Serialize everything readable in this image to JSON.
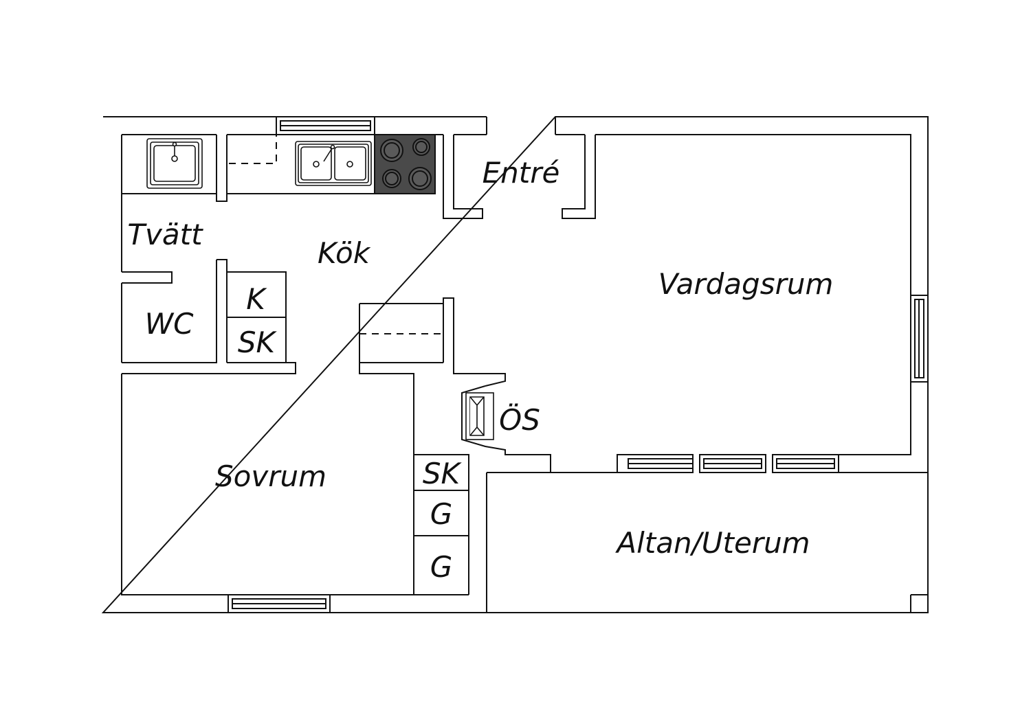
{
  "colors": {
    "wall": "#111111",
    "background": "#ffffff",
    "stove": "#4a4a4a",
    "stove_burner": "#5a5a5a"
  },
  "rooms": {
    "entre": "Entré",
    "tvatt": "Tvätt",
    "kok": "Kök",
    "vardagsrum": "Vardagsrum",
    "wc": "WC",
    "k": "K",
    "sk_upper": "SK",
    "os": "ÖS",
    "sovrum": "Sovrum",
    "sk_lower": "SK",
    "g_upper": "G",
    "g_lower": "G",
    "altan": "Altan/Uterum"
  },
  "icons": {
    "laundry_sink": "sink-icon",
    "kitchen_sink": "double-sink-icon",
    "stove": "stove-icon",
    "fireplace": "fireplace-icon"
  }
}
